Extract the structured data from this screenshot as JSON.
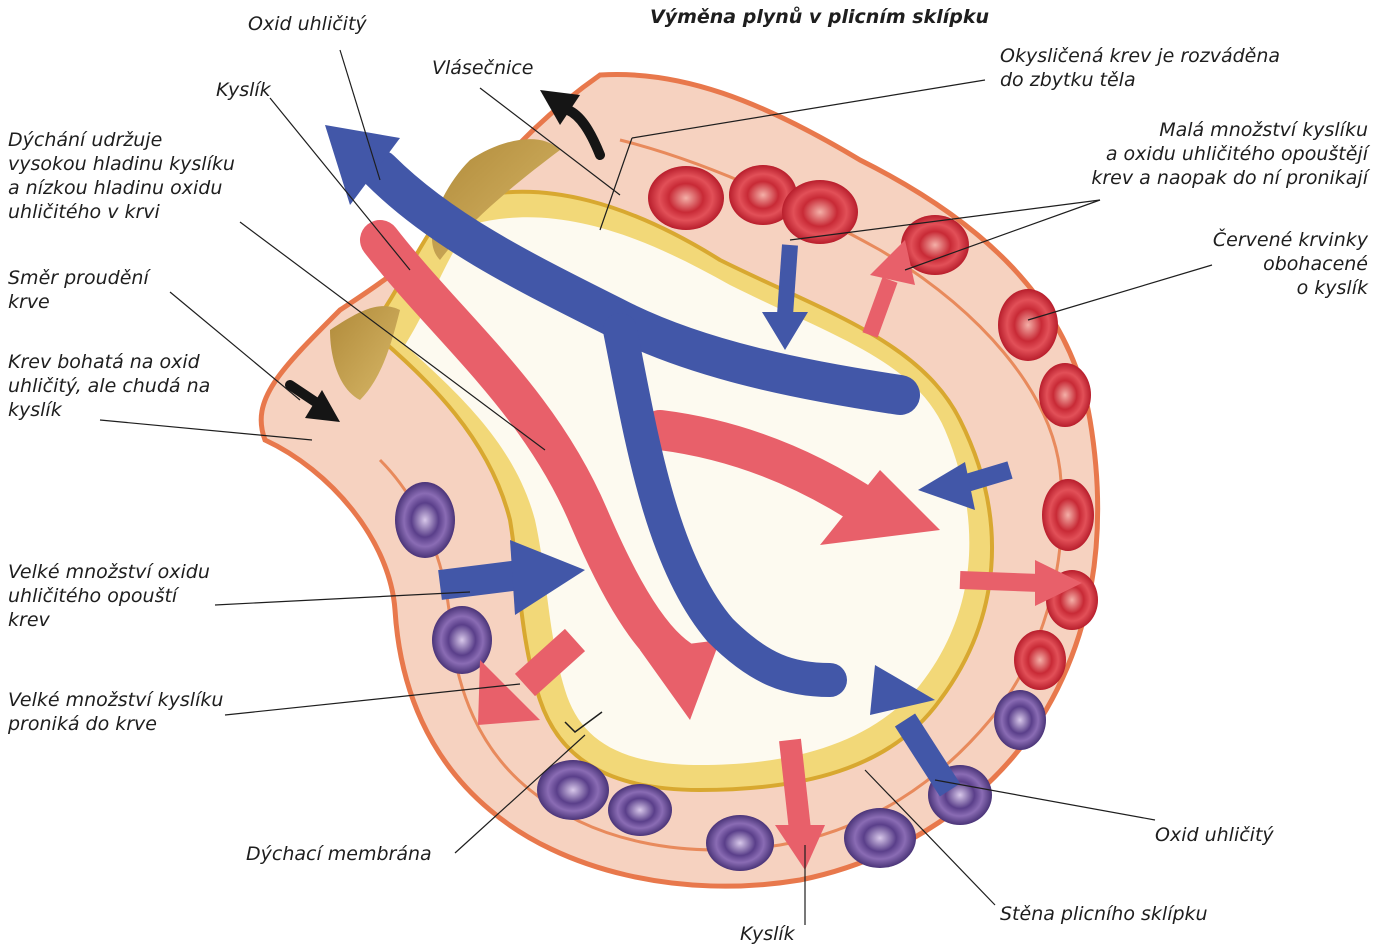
{
  "title": "Výměna plynů v plicním sklípku",
  "labels": {
    "co2_top": "Oxid uhličitý",
    "capillary": "Vlásečnice",
    "oxygenated_blood": "Okysličená krev je rozváděna\ndo zbytku těla",
    "oxygen_top": "Kyslík",
    "breathing": "Dýchání udržuje\nvysokou hladinu kyslíku\na nízkou hladinu oxidu\nuhličitého v krvi",
    "small_amounts": "Malá množství kyslíku\na oxidu uhličitého opouštějí\nkrev a naopak do ní pronikají",
    "red_cells": "Červené krvinky\nobohacené\no kyslík",
    "flow_direction": "Směr proudění\nkrve",
    "deoxygenated_blood": "Krev bohatá na oxid\nuhličitý, ale chudá na\nkyslík",
    "co2_leaves": "Velké množství oxidu\nuhličitého opouští\nkrev",
    "o2_enters": "Velké množství kyslíku\nproniká do krve",
    "membrane": "Dýchací membrána",
    "co2_bottom": "Oxid uhličitý",
    "alveolus_wall": "Stěna plicního sklípku",
    "oxygen_bottom": "Kyslík"
  },
  "colors": {
    "oxygen_arrow": "#e8606a",
    "co2_arrow": "#4257a8",
    "oxygenated_cell": "#d8363f",
    "deoxygenated_cell": "#6a4a96",
    "tissue": "#f6d2c0",
    "tissue_border": "#e8784c",
    "wall": "#c8a04a",
    "alveolus_air": "#fdfaf0"
  }
}
